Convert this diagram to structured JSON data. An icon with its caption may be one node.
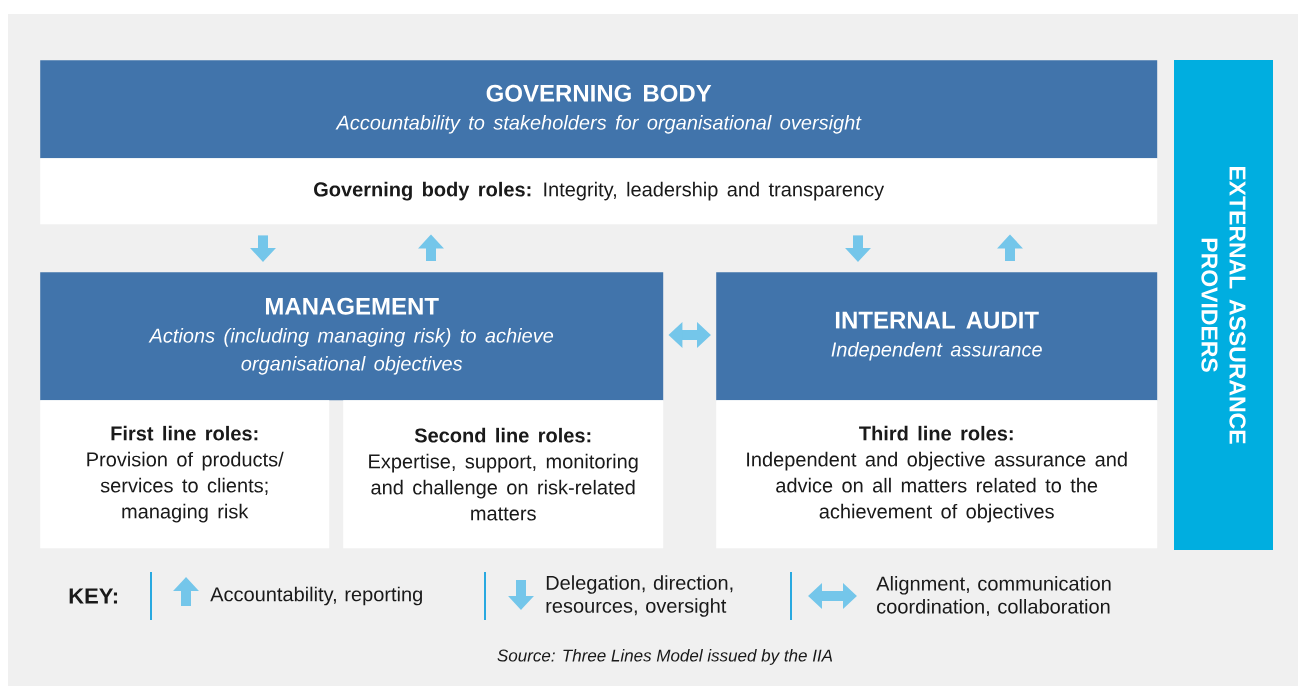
{
  "diagram": {
    "caption": "Source: Three Lines Model issued by the IIA",
    "nodes": [
      {
        "text": [
          "GOVERNING BODY",
          "Accountability to stakeholders for organisational oversight"
        ]
      },
      {
        "text": [
          "**Governing body roles:** Integrity, leadership and transparency"
        ]
      },
      {
        "text": [
          "MANAGEMENT",
          "Actions (including managing risk) to achieve organisational objectives"
        ]
      },
      {
        "text": [
          "First line roles:",
          "Provision of products/ services to clients; managing risk"
        ]
      },
      {
        "text": [
          "Second line roles:",
          "Expertise, support, monitoring and challenge on risk-related matters"
        ]
      },
      {
        "text": [
          "INTERNAL AUDIT",
          "Independent assurance"
        ]
      },
      {
        "text": [
          "Third line roles:",
          "Independent and objective assurance and advice on all matters related to the achievement of objectives"
        ]
      },
      {
        "text": [
          "EXTERNAL ASSURANCE PROVIDERS"
        ]
      }
    ],
    "edges": [
      {
        "from": 1,
        "to": 2,
        "arrow": "to"
      },
      {
        "from": 2,
        "to": 1,
        "arrow": "to"
      },
      {
        "from": 1,
        "to": 5,
        "arrow": "to"
      },
      {
        "from": 5,
        "to": 1,
        "arrow": "to"
      },
      {
        "from": 2,
        "to": 5,
        "arrow": "both"
      }
    ],
    "labels": [
      "KEY:"
    ],
    "legend": [
      {
        "text": "Accountability, reporting"
      },
      {
        "text": "Delegation, direction, resources, oversight"
      },
      {
        "text": "Alignment, communication coordination, collaboration"
      }
    ]
  }
}
